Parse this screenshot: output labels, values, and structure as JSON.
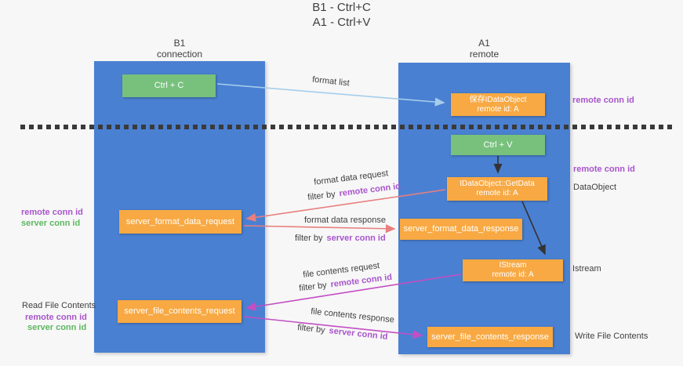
{
  "title": {
    "line1": "B1 - Ctrl+C",
    "line2": "A1 - Ctrl+V"
  },
  "columns": {
    "left": {
      "name": "B1",
      "role": "connection"
    },
    "right": {
      "name": "A1",
      "role": "remote"
    }
  },
  "nodes": {
    "ctrl_c": "Ctrl + C",
    "ctrl_v": "Ctrl + V",
    "save_dataobject": {
      "line1": "保存IDataObject",
      "line2": "remote id: A"
    },
    "getdata": {
      "line1": "IDataObject::GetData",
      "line2": "remote id: A"
    },
    "istream": {
      "line1": "IStream",
      "line2": "remote id: A"
    },
    "server_format_data_request": "server_format_data_request",
    "server_format_data_response": "server_format_data_response",
    "server_file_contents_request": "server_file_contents_request",
    "server_file_contents_response": "server_file_contents_response"
  },
  "annotations": {
    "remote_conn_id": "remote conn id",
    "server_conn_id": "server conn id",
    "dataobject": "DataObject",
    "istream": "Istream",
    "read_file_contents": "Read File Contents",
    "write_file_contents": "Write File Contents"
  },
  "edges": {
    "format_list": "format list",
    "format_data_request": "format data request",
    "format_data_response": "format data response",
    "file_contents_request": "file contents request",
    "file_contents_response": "file contents response",
    "filter_by": "filter by"
  },
  "colors": {
    "bg": "#f7f7f7",
    "panel_blue": "#4a80d2",
    "box_orange": "#f8a943",
    "box_green": "#77c17c",
    "text_dark": "#3f3f3f",
    "label_purple": "#a855cc",
    "label_green": "#5cb860",
    "arrow_salmon": "#e87f7f",
    "arrow_magenta": "#c44ec4",
    "arrow_lightblue": "#a6cdeb",
    "arrow_black": "#333333",
    "dash": "#3a3a3a"
  }
}
